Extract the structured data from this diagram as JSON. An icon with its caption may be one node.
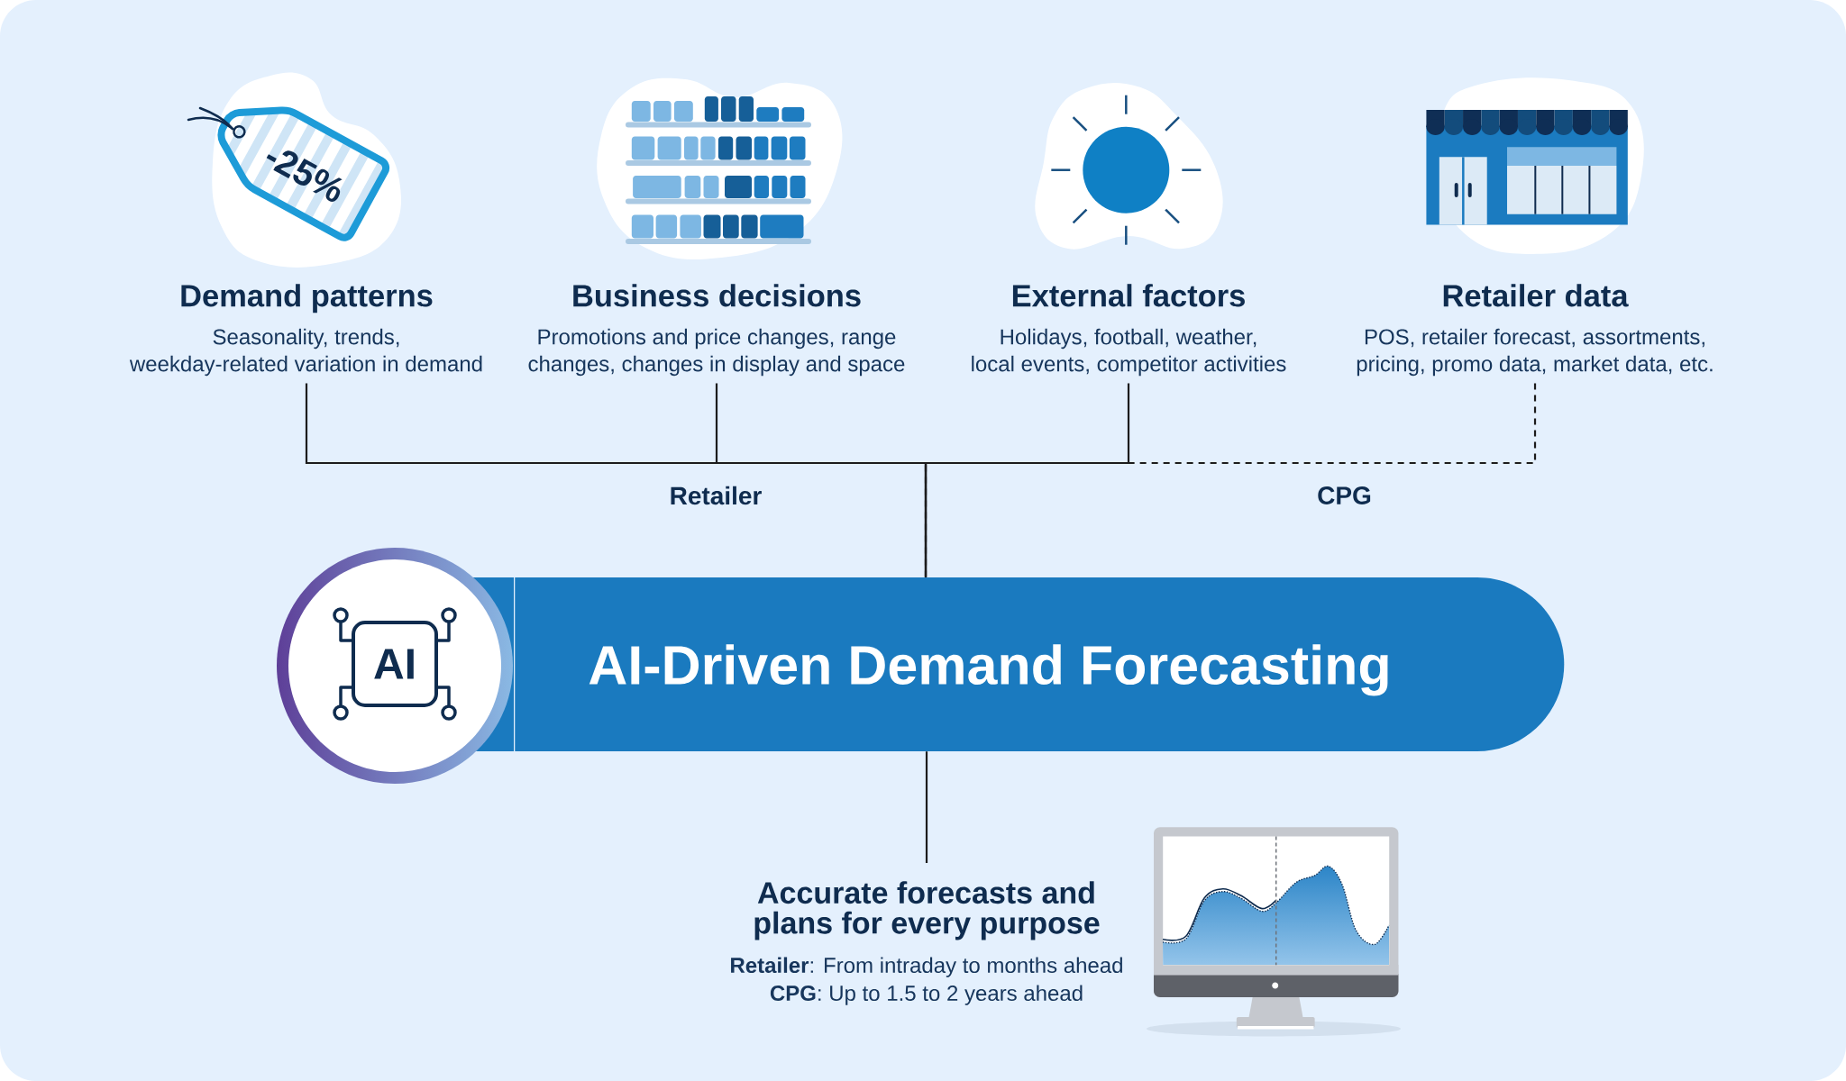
{
  "diagram": {
    "nodes": [
      {
        "text": [
          "Demand patterns",
          "Seasonality, trends, weekday-related variation in demand"
        ]
      },
      {
        "text": [
          "Business decisions",
          "Promotions and price changes, range changes, changes in display and space"
        ]
      },
      {
        "text": [
          "External factors",
          "Holidays, football, weather, local events, competitor activities"
        ]
      },
      {
        "text": [
          "Retailer data",
          "POS, retailer forecast, assortments, pricing, promo data, market data, etc."
        ]
      },
      {
        "text": [
          "AI"
        ]
      },
      {
        "text": [
          "AI-Driven Demand Forecasting"
        ]
      },
      {
        "text": [
          "Accurate forecasts and plans for every purpose",
          "**Retailer**: From intraday to months ahead",
          "**CPG**: Up to 1.5 to 2 years ahead"
        ]
      }
    ],
    "edges": [
      {
        "from": 0,
        "to": 5,
        "arrow": "none"
      },
      {
        "from": 1,
        "to": 5,
        "arrow": "none"
      },
      {
        "from": 2,
        "to": 5,
        "arrow": "none"
      },
      {
        "from": 3,
        "to": 5,
        "arrow": "none",
        "style": "dashed"
      },
      {
        "from": 5,
        "to": 6,
        "arrow": "none"
      }
    ],
    "labels": [
      "-25%",
      "Retailer",
      "CPG"
    ]
  }
}
